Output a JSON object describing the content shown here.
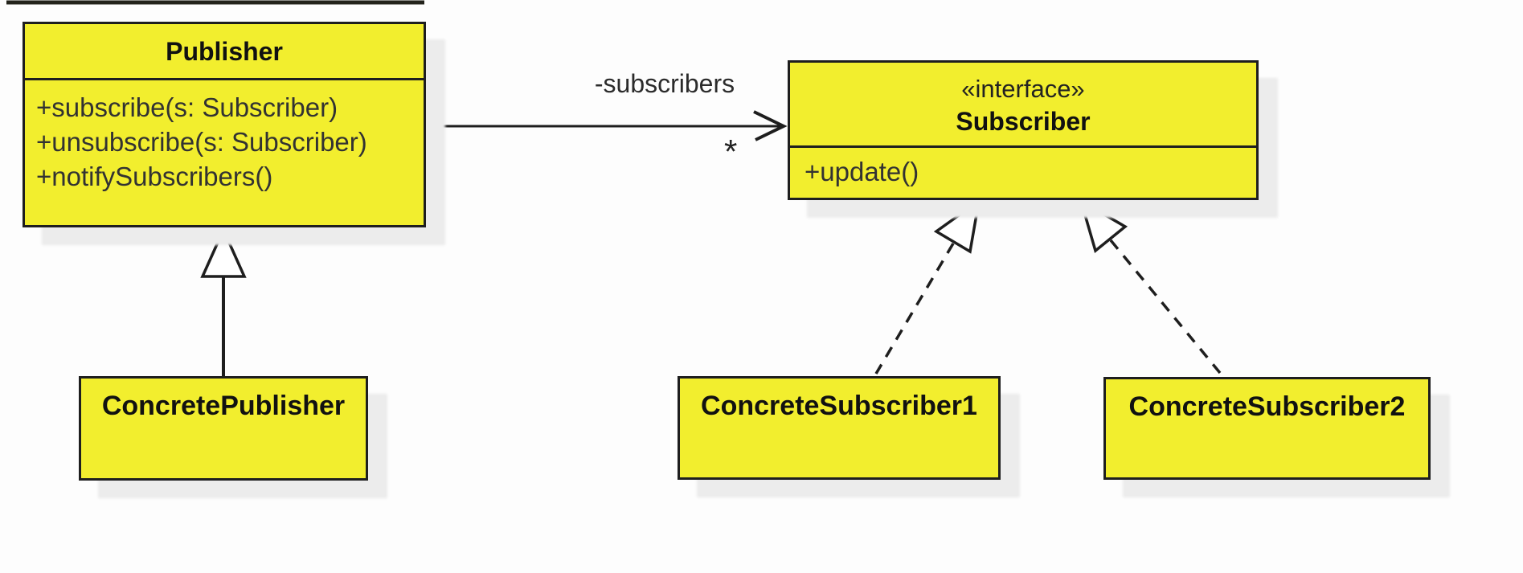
{
  "diagram": {
    "kind": "uml-class-diagram",
    "pattern": "Publisher / Subscriber (Observer)",
    "colors": {
      "class_fill": "#F2EE2E",
      "border": "#1E1E1E",
      "shadow": "#ECECEC",
      "background": "#FDFDFD",
      "text": "#323232"
    },
    "classes": {
      "publisher": {
        "name": "Publisher",
        "methods": [
          "+subscribe(s: Subscriber)",
          "+unsubscribe(s: Subscriber)",
          "+notifySubscribers()"
        ]
      },
      "subscriber": {
        "stereotype": "«interface»",
        "name": "Subscriber",
        "methods": [
          "+update()"
        ]
      },
      "concrete_publisher": {
        "name": "ConcretePublisher"
      },
      "concrete_subscriber1": {
        "name": "ConcreteSubscriber1"
      },
      "concrete_subscriber2": {
        "name": "ConcreteSubscriber2"
      }
    },
    "relations": {
      "association": {
        "from": "Publisher",
        "to": "Subscriber",
        "label": "-subscribers",
        "multiplicity": "*",
        "style": "solid-open-arrow"
      },
      "generalization": {
        "from": "ConcretePublisher",
        "to": "Publisher",
        "style": "solid-hollow-triangle"
      },
      "realization1": {
        "from": "ConcreteSubscriber1",
        "to": "Subscriber",
        "style": "dashed-hollow-triangle"
      },
      "realization2": {
        "from": "ConcreteSubscriber2",
        "to": "Subscriber",
        "style": "dashed-hollow-triangle"
      }
    }
  }
}
